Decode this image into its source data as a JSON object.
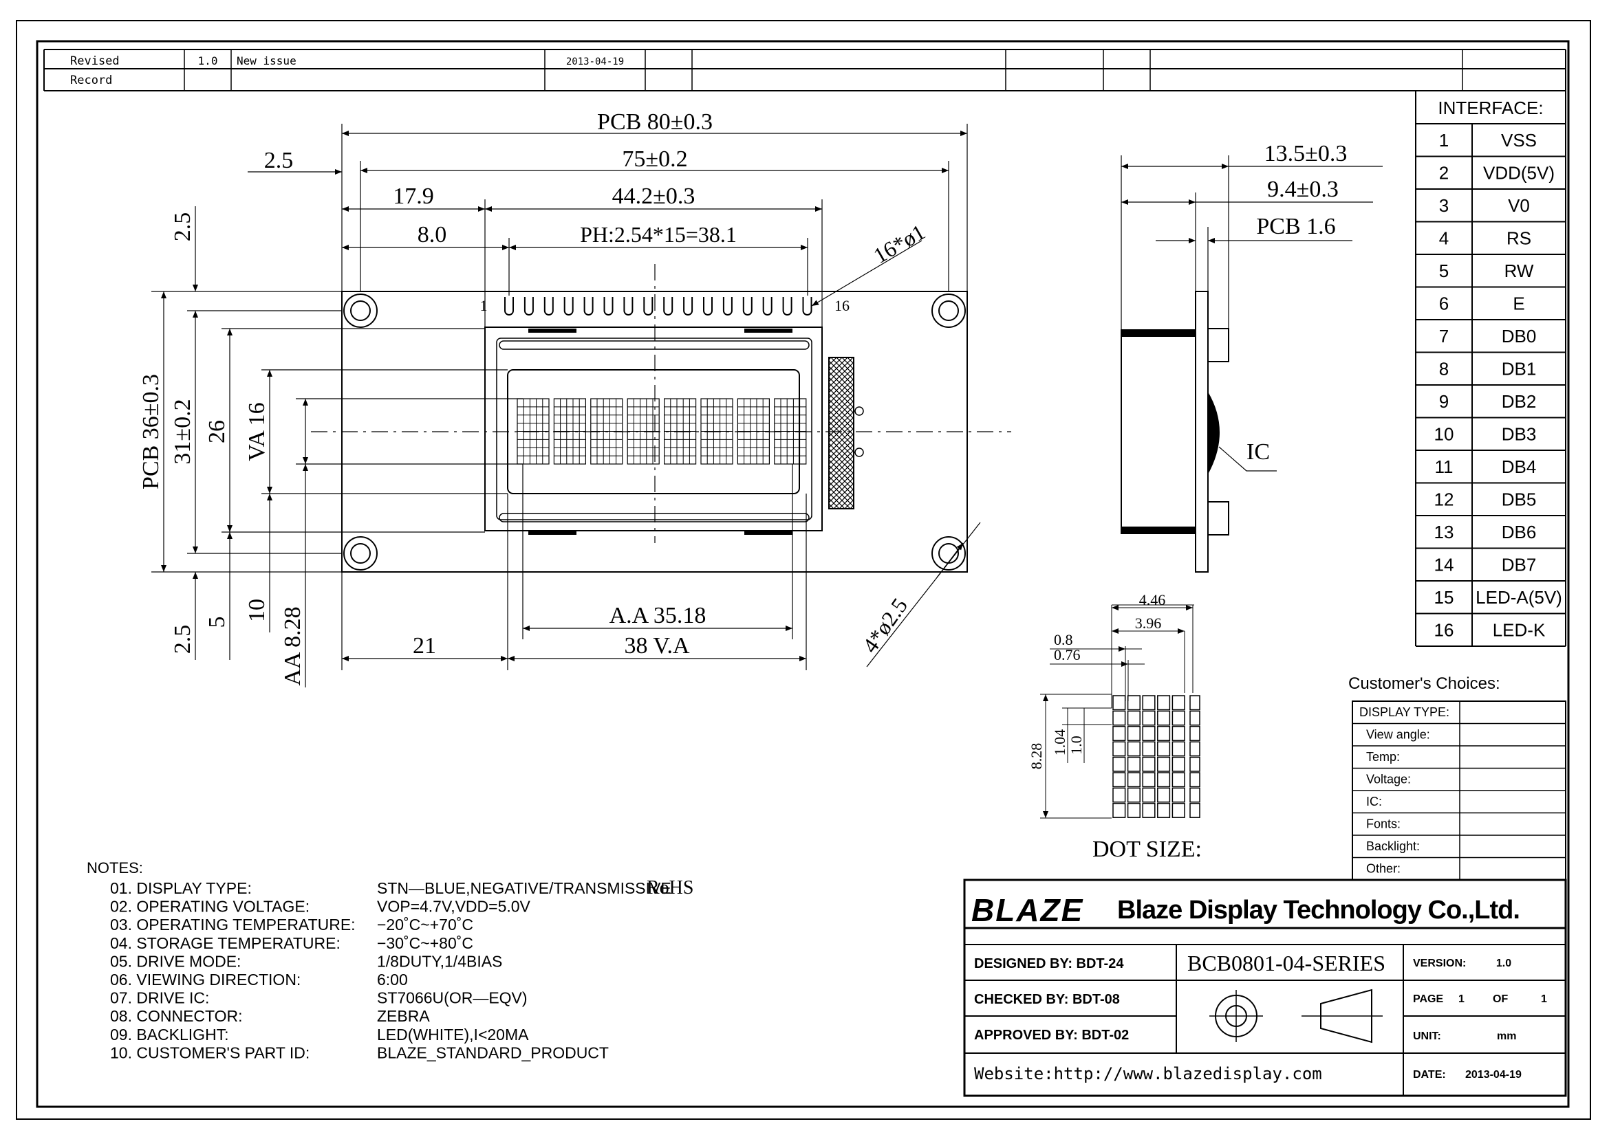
{
  "revision": {
    "label_line1": "Revised",
    "label_line2": "Record",
    "version": "1.0",
    "description": "New issue",
    "date": "2013-04-19"
  },
  "dimensions_front": {
    "pcb_width": "PCB 80±0.3",
    "hole_pitch_x": "75±0.2",
    "hole_offset_x": "2.5",
    "bezel_offset_x": "17.9",
    "bezel_width": "44.2±0.3",
    "pin1_offset_x": "8.0",
    "pin_pitch": "PH:2.54*15=38.1",
    "pin_hole": "16*ø1",
    "pin_first": "1",
    "pin_last": "16",
    "pcb_height": "PCB 36±0.3",
    "hole_pitch_y": "31±0.2",
    "bezel_height": "26",
    "va_height": "VA 16",
    "offset_y1": "2.5",
    "offset_y2": "5",
    "offset_y3": "10",
    "aa_height": "AA 8.28",
    "va_offset_x": "21",
    "aa_width": "A.A 35.18",
    "va_width": "38 V.A",
    "mount_hole": "4*ø2.5"
  },
  "dimensions_side": {
    "total_thickness": "13.5±0.3",
    "module_thickness": "9.4±0.3",
    "pcb_thickness": "PCB 1.6",
    "ic_label": "IC"
  },
  "dot_size": {
    "title": "DOT SIZE:",
    "char_pitch_w": "4.46",
    "char_w": "3.96",
    "dot_pitch": "0.8",
    "dot_w": "0.76",
    "char_h": "8.28",
    "dot_pitch_h": "1.04",
    "dot_h": "1.0"
  },
  "interface": {
    "title": "INTERFACE:",
    "pins": [
      {
        "no": "1",
        "name": "VSS"
      },
      {
        "no": "2",
        "name": "VDD(5V)"
      },
      {
        "no": "3",
        "name": "V0"
      },
      {
        "no": "4",
        "name": "RS"
      },
      {
        "no": "5",
        "name": "RW"
      },
      {
        "no": "6",
        "name": "E"
      },
      {
        "no": "7",
        "name": "DB0"
      },
      {
        "no": "8",
        "name": "DB1"
      },
      {
        "no": "9",
        "name": "DB2"
      },
      {
        "no": "10",
        "name": "DB3"
      },
      {
        "no": "11",
        "name": "DB4"
      },
      {
        "no": "12",
        "name": "DB5"
      },
      {
        "no": "13",
        "name": "DB6"
      },
      {
        "no": "14",
        "name": "DB7"
      },
      {
        "no": "15",
        "name": "LED-A(5V)"
      },
      {
        "no": "16",
        "name": "LED-K"
      }
    ]
  },
  "customer_choices": {
    "title": "Customer's  Choices:",
    "rows": [
      "DISPLAY TYPE:",
      "View angle:",
      "Temp:",
      "Voltage:",
      "IC:",
      "Fonts:",
      "Backlight:",
      "Other:"
    ]
  },
  "notes": {
    "title": "NOTES:",
    "items": [
      {
        "label": "01.  DISPLAY  TYPE:",
        "value": "STN—BLUE,NEGATIVE/TRANSMISSIVE",
        "extra": "RoHS"
      },
      {
        "label": "02.  OPERATING  VOLTAGE:",
        "value": "VOP=4.7V,VDD=5.0V",
        "extra": ""
      },
      {
        "label": "03.  OPERATING  TEMPERATURE:",
        "value": "−20˚C~+70˚C",
        "extra": ""
      },
      {
        "label": "04.  STORAGE  TEMPERATURE:",
        "value": "−30˚C~+80˚C",
        "extra": ""
      },
      {
        "label": "05.  DRIVE  MODE:",
        "value": "1/8DUTY,1/4BIAS",
        "extra": ""
      },
      {
        "label": "06.  VIEWING  DIRECTION:",
        "value": "6:00",
        "extra": ""
      },
      {
        "label": "07.  DRIVE  IC:",
        "value": "ST7066U(OR—EQV)",
        "extra": ""
      },
      {
        "label": "08.  CONNECTOR:",
        "value": "ZEBRA",
        "extra": ""
      },
      {
        "label": "09.  BACKLIGHT:",
        "value": "LED(WHITE),I<20MA",
        "extra": ""
      },
      {
        "label": "10.  CUSTOMER'S  PART  ID:",
        "value": "BLAZE_STANDARD_PRODUCT",
        "extra": ""
      }
    ]
  },
  "title_block": {
    "logo": "BLAZE",
    "company": "Blaze Display Technology Co.,Ltd.",
    "designed": "DESIGNED  BY:  BDT-24",
    "checked": "CHECKED  BY:  BDT-08",
    "approved": "APPROVED  BY: BDT-02",
    "part_no": "BCB0801-04-SERIES",
    "version_label": "VERSION:",
    "version_value": "1.0",
    "page_label": "PAGE",
    "page_no": "1",
    "of_label": "OF",
    "page_total": "1",
    "unit_label": "UNIT:",
    "unit_value": "mm",
    "date_label": "DATE:",
    "date_value": "2013-04-19",
    "website": "Website:http://www.blazedisplay.com"
  }
}
